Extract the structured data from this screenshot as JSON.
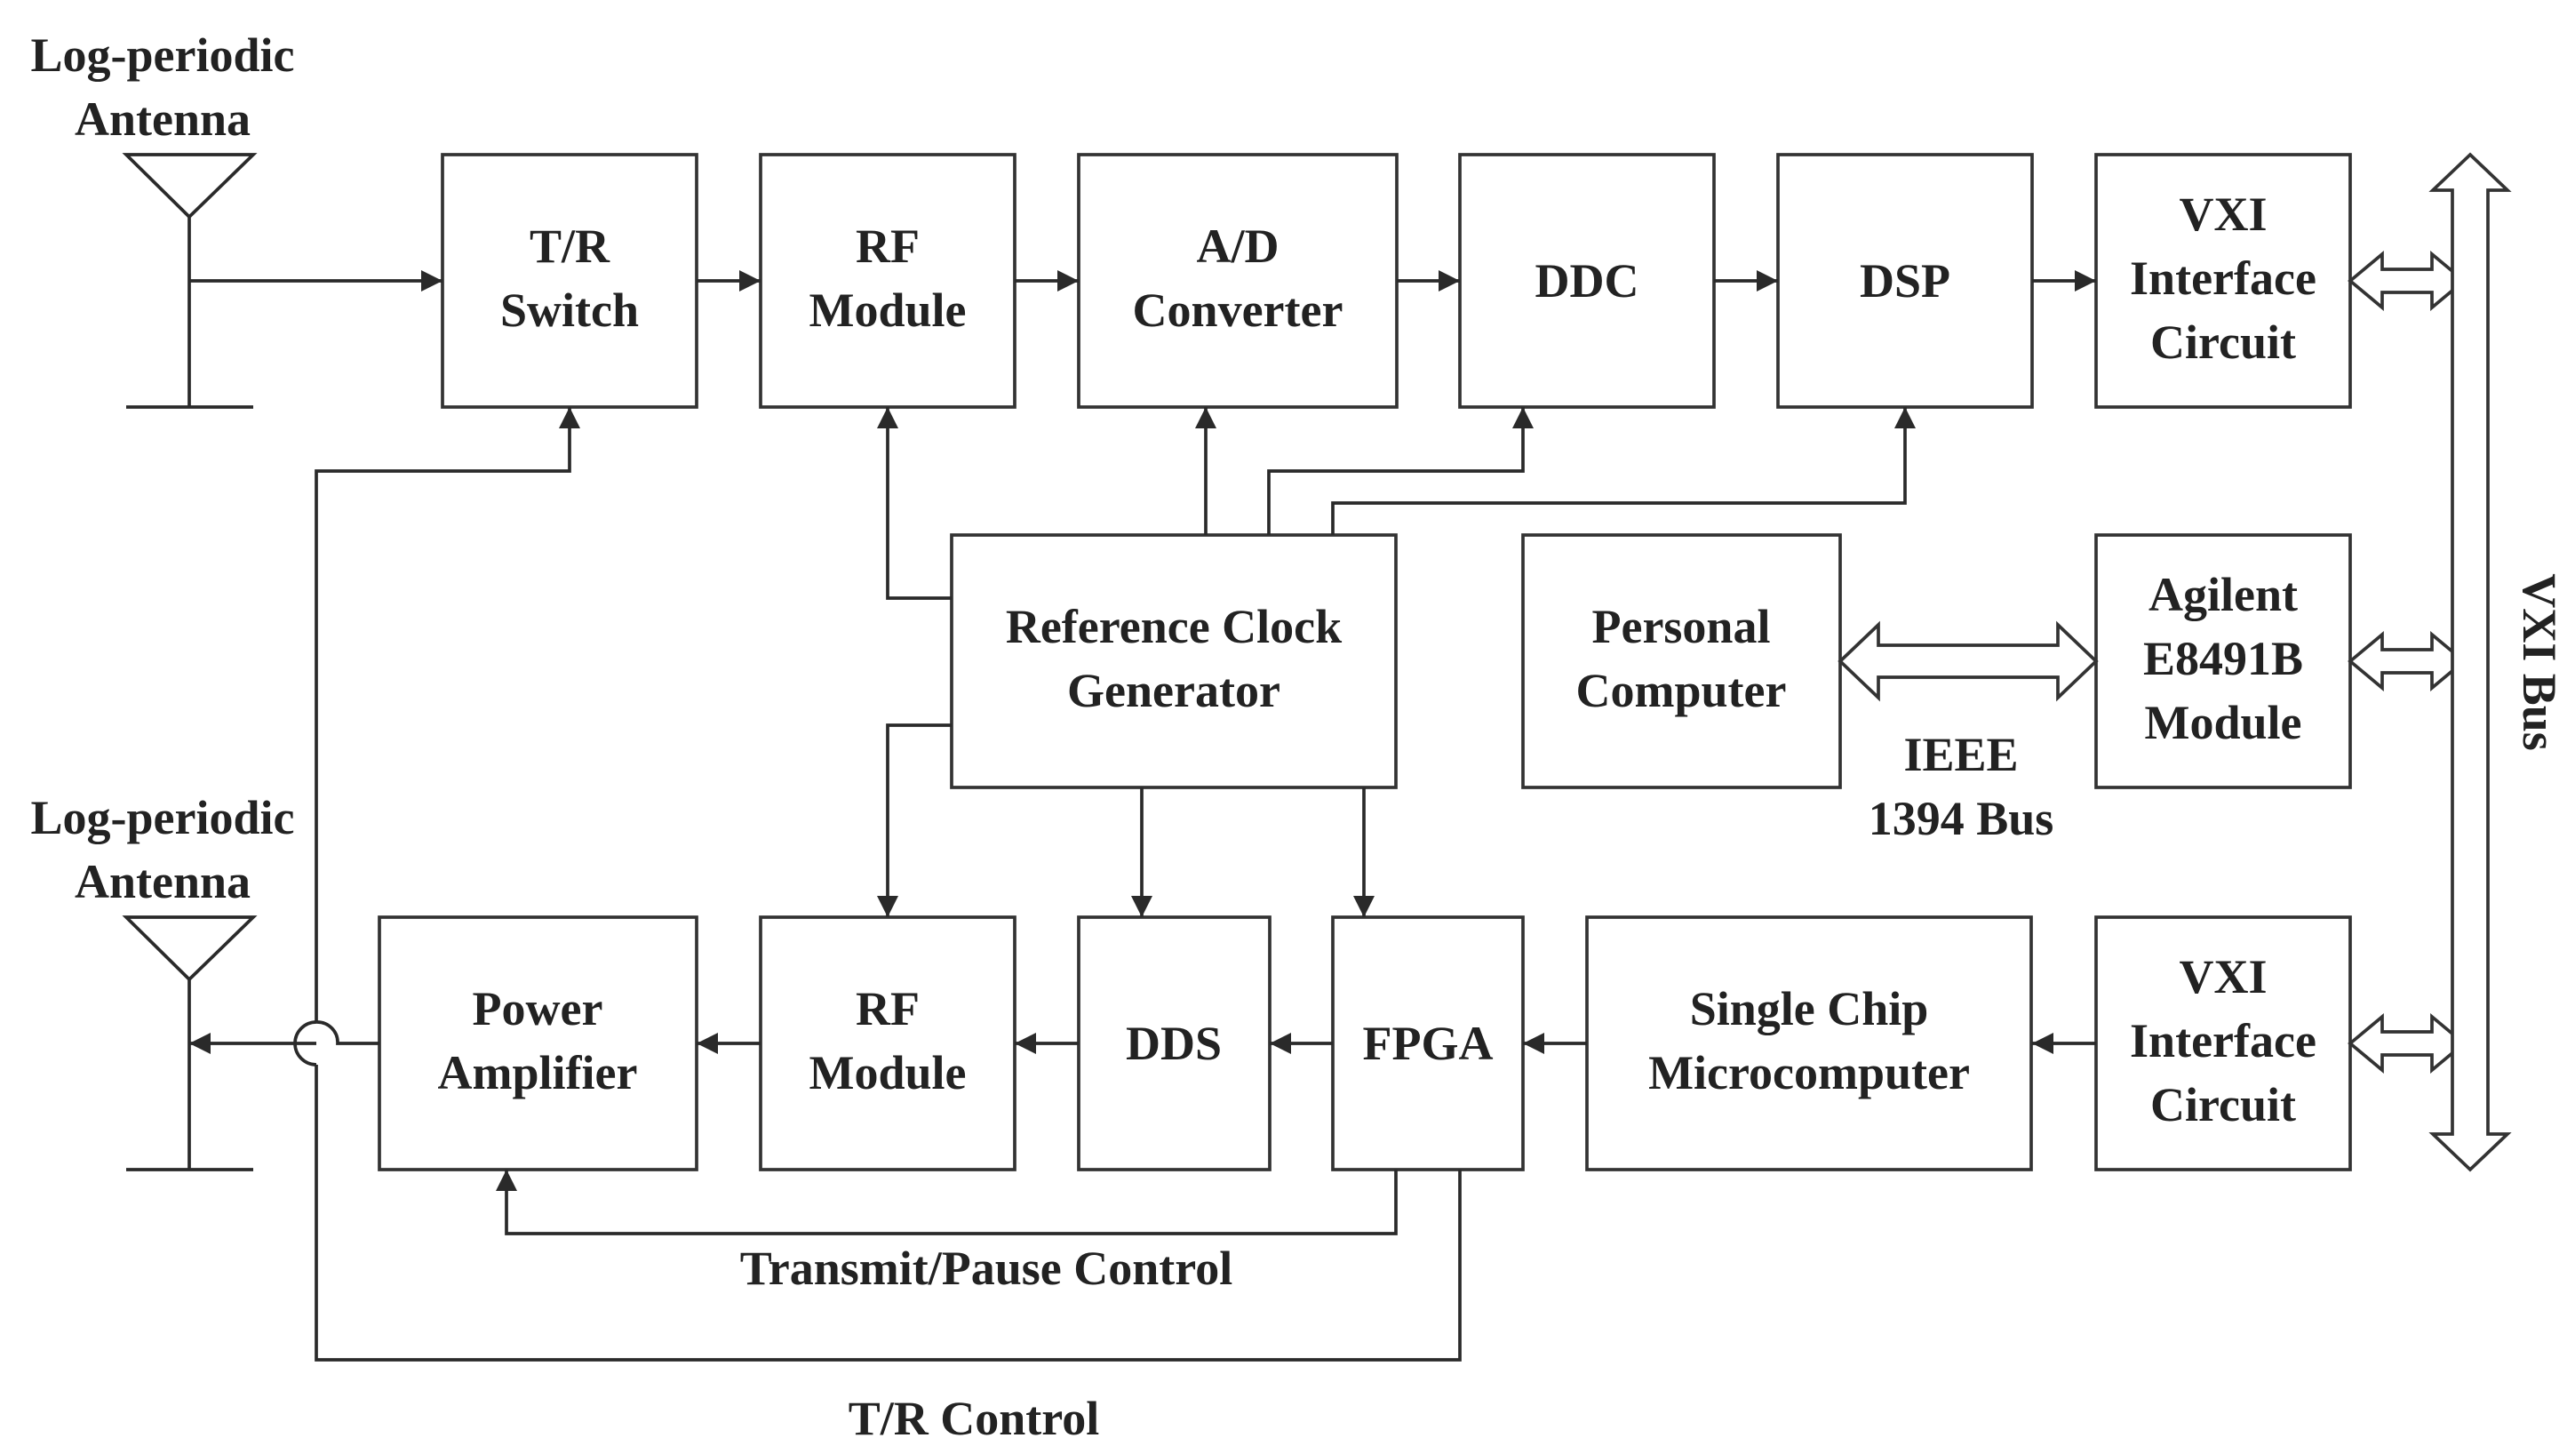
{
  "antennas": {
    "top_label": [
      "Log-periodic",
      "Antenna"
    ],
    "bottom_label": [
      "Log-periodic",
      "Antenna"
    ]
  },
  "blocks": {
    "tr_switch": [
      "T/R",
      "Switch"
    ],
    "rf_rx": [
      "RF",
      "Module"
    ],
    "adc": [
      "A/D",
      "Converter"
    ],
    "ddc": [
      "DDC"
    ],
    "dsp": [
      "DSP"
    ],
    "vxi_top": [
      "VXI",
      "Interface",
      "Circuit"
    ],
    "ref_clock": [
      "Reference Clock",
      "Generator"
    ],
    "pc": [
      "Personal",
      "Computer"
    ],
    "agilent": [
      "Agilent",
      "E8491B",
      "Module"
    ],
    "power_amp": [
      "Power",
      "Amplifier"
    ],
    "rf_tx": [
      "RF",
      "Module"
    ],
    "dds": [
      "DDS"
    ],
    "fpga": [
      "FPGA"
    ],
    "mcu": [
      "Single Chip",
      "Microcomputer"
    ],
    "vxi_bottom": [
      "VXI",
      "Interface",
      "Circuit"
    ]
  },
  "labels": {
    "ieee": [
      "IEEE",
      "1394 Bus"
    ],
    "vxi_bus": "VXI Bus",
    "transmit_pause": "Transmit/Pause Control",
    "tr_control": "T/R Control"
  }
}
